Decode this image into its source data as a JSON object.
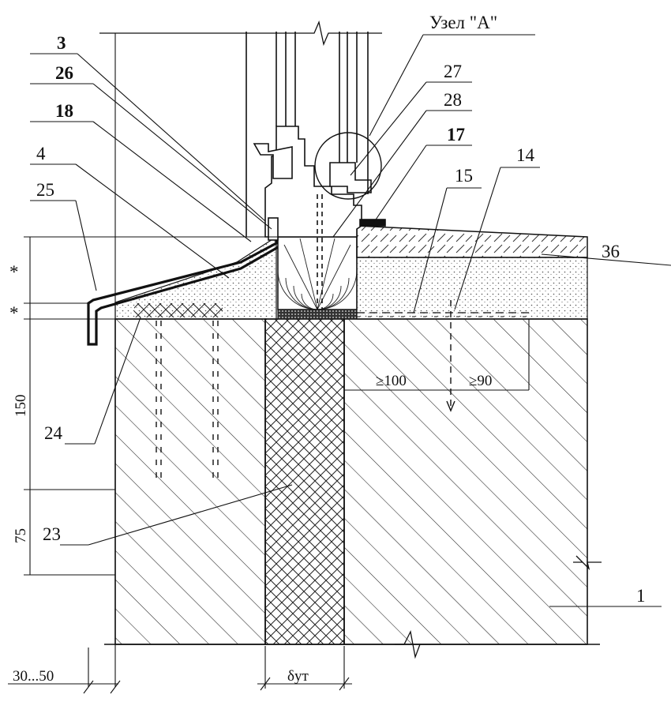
{
  "callouts": {
    "node_a": "Узел \"А\"",
    "l3": "3",
    "l26": "26",
    "l18": "18",
    "l4": "4",
    "l25": "25",
    "l27": "27",
    "l28": "28",
    "l17": "17",
    "l15": "15",
    "l14": "14",
    "l36": "36",
    "l24": "24",
    "l23": "23",
    "l1": "1"
  },
  "dimensions": {
    "star_top": "*",
    "star_bottom": "*",
    "d150": "150",
    "d75": "75",
    "d30_50": "30...50",
    "delta": "δут",
    "ge100": "≥100",
    "ge90": "≥90"
  },
  "colors": {
    "ink": "#111111",
    "paper": "#ffffff"
  }
}
